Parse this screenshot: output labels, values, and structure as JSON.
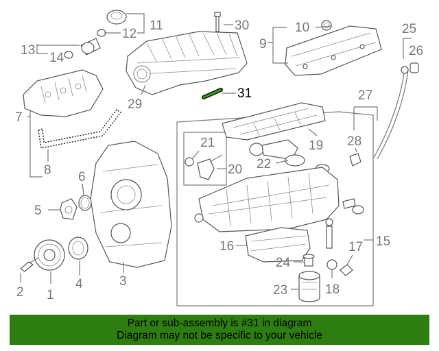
{
  "callouts": {
    "n1": "1",
    "n2": "2",
    "n3": "3",
    "n4": "4",
    "n5": "5",
    "n6": "6",
    "n7": "7",
    "n8": "8",
    "n9": "9",
    "n10": "10",
    "n11": "11",
    "n12": "12",
    "n13": "13",
    "n14": "14",
    "n15": "15",
    "n16": "16",
    "n17": "17",
    "n18": "18",
    "n19": "19",
    "n20": "20",
    "n21": "21",
    "n22": "22",
    "n23": "23",
    "n24": "24",
    "n25": "25",
    "n26": "26",
    "n27": "27",
    "n28": "28",
    "n29": "29",
    "n30": "30",
    "n31": "31"
  },
  "highlighted_part": "31",
  "banner": {
    "line1": "Part or sub-assembly is #31 in diagram",
    "line2": "Diagram may not be specific to your vehicle",
    "color": "#2e7d11"
  }
}
